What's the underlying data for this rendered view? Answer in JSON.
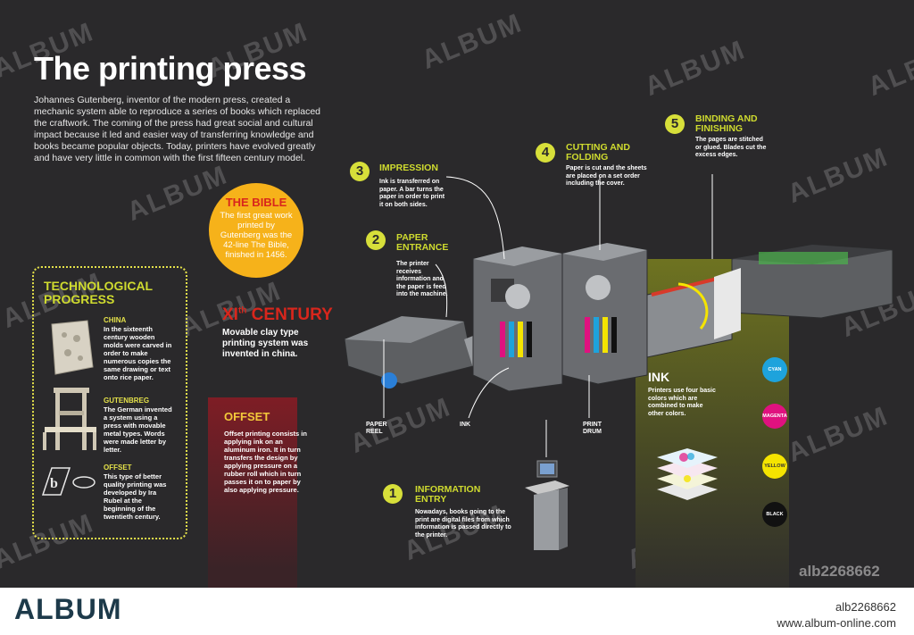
{
  "title": "The printing press",
  "intro": "Johannes Gutenberg, inventor of the modern press, created a mechanic system able to reproduce a series of books which replaced the craftwork. The coming of the press had great social and cultural impact because it led and easier way of transferring knowledge and books became popular objects. Today, printers have evolved greatly and have very little in common with the first fifteen century model.",
  "bible": {
    "title": "THE BIBLE",
    "text": "The first great work printed by Gutenberg was the 42-line The Bible, finished in 1456."
  },
  "tech": {
    "title": "TECHNOLOGICAL PROGRESS",
    "china_label": "CHINA",
    "china_text": "In the sixteenth century wooden molds were carved in order to make numerous copies the same drawing or text onto rice paper.",
    "gutenberg_label": "GUTENBREG",
    "gutenberg_text": "The German invented a system using a press with movable metal types. Words were made letter by letter.",
    "offset_label": "OFFSET",
    "offset_text": "This type of better quality printing was developed by Ira Rubel at the beginning of the twentieth century."
  },
  "century": {
    "title_a": "XI",
    "title_sup": "th",
    "title_b": " CENTURY",
    "text": "Movable clay type printing system was invented in china."
  },
  "offset_box": {
    "title": "OFFSET",
    "text": "Offset printing consists in applying ink on an aluminum iron. It in turn transfers the design by applying pressure on a rubber roll which in turn passes it on to paper by also applying pressure."
  },
  "steps": [
    {
      "num": "1",
      "title": "INFORMATION ENTRY",
      "text": "Nowadays, books going to the print are digital files from which information is passed directly to the printer."
    },
    {
      "num": "2",
      "title": "PAPER ENTRANCE",
      "text": "The printer receives information and the paper is feed into the machine."
    },
    {
      "num": "3",
      "title": "IMPRESSION",
      "text": "Ink is transferred on paper. A bar turns the paper in order to print it on both sides."
    },
    {
      "num": "4",
      "title": "CUTTING AND FOLDING",
      "text": "Paper is cut and the sheets are placed on a set order including the cover."
    },
    {
      "num": "5",
      "title": "BINDING AND FINISHING",
      "text": "The pages are stitched or glued. Blades cut the excess edges."
    }
  ],
  "parts": {
    "paper_reel": "PAPER REEL",
    "ink": "INK",
    "print_drum": "PRINT DRUM"
  },
  "ink_panel": {
    "title": "INK",
    "text": "Printers use four basic colors which are combined to make other colors.",
    "colors": [
      {
        "name": "CYAN",
        "hex": "#1ea3dc"
      },
      {
        "name": "MAGENTA",
        "hex": "#e0117f"
      },
      {
        "name": "YELLOW",
        "hex": "#f5e400"
      },
      {
        "name": "BLACK",
        "hex": "#111111"
      }
    ]
  },
  "watermark": "ALBUM",
  "image_code": "alb2268662",
  "footer": {
    "logo": "ALBUM",
    "code": "alb2268662",
    "url": "www.album-online.com"
  }
}
